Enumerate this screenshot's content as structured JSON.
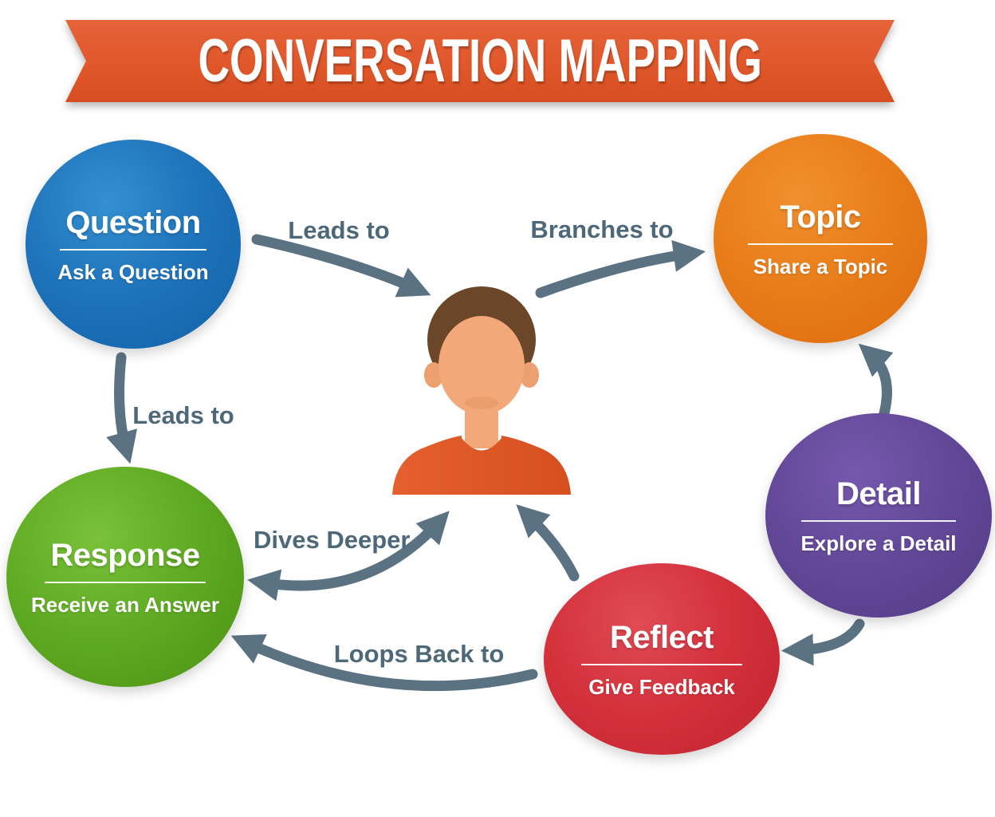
{
  "banner": {
    "title": "CONVERSATION MAPPING",
    "color": "#e0572a"
  },
  "center": {
    "icon": "person-avatar-icon",
    "description": "person with orange shirt"
  },
  "nodes": [
    {
      "id": "question",
      "title": "Question",
      "subtitle": "Ask a Question",
      "color": "#1f74bb"
    },
    {
      "id": "topic",
      "title": "Topic",
      "subtitle": "Share a Topic",
      "color": "#e87c19"
    },
    {
      "id": "response",
      "title": "Response",
      "subtitle": "Receive an Answer",
      "color": "#5ea922"
    },
    {
      "id": "detail",
      "title": "Detail",
      "subtitle": "Explore a Detail",
      "color": "#624797"
    },
    {
      "id": "reflect",
      "title": "Reflect",
      "subtitle": "Give Feedback",
      "color": "#d3303b"
    }
  ],
  "edges": [
    {
      "from": "question",
      "to": "person",
      "label": "Leads to"
    },
    {
      "from": "person",
      "to": "topic",
      "label": "Branches to"
    },
    {
      "from": "question",
      "to": "response",
      "label": "Leads to"
    },
    {
      "from": "response",
      "to": "person",
      "label": "Dives Deeper",
      "bidirectional": true
    },
    {
      "from": "reflect",
      "to": "response",
      "label": "Loops Back to"
    },
    {
      "from": "reflect",
      "to": "person",
      "label": ""
    },
    {
      "from": "detail",
      "to": "topic",
      "label": ""
    },
    {
      "from": "detail",
      "to": "reflect",
      "label": ""
    }
  ],
  "colors": {
    "arrow": "#5a7282",
    "edge_label_text": "#4d6878",
    "background": "#ffffff",
    "avatar_hair": "#6b4629",
    "avatar_skin": "#f2a878",
    "avatar_shirt": "#e05a28"
  }
}
